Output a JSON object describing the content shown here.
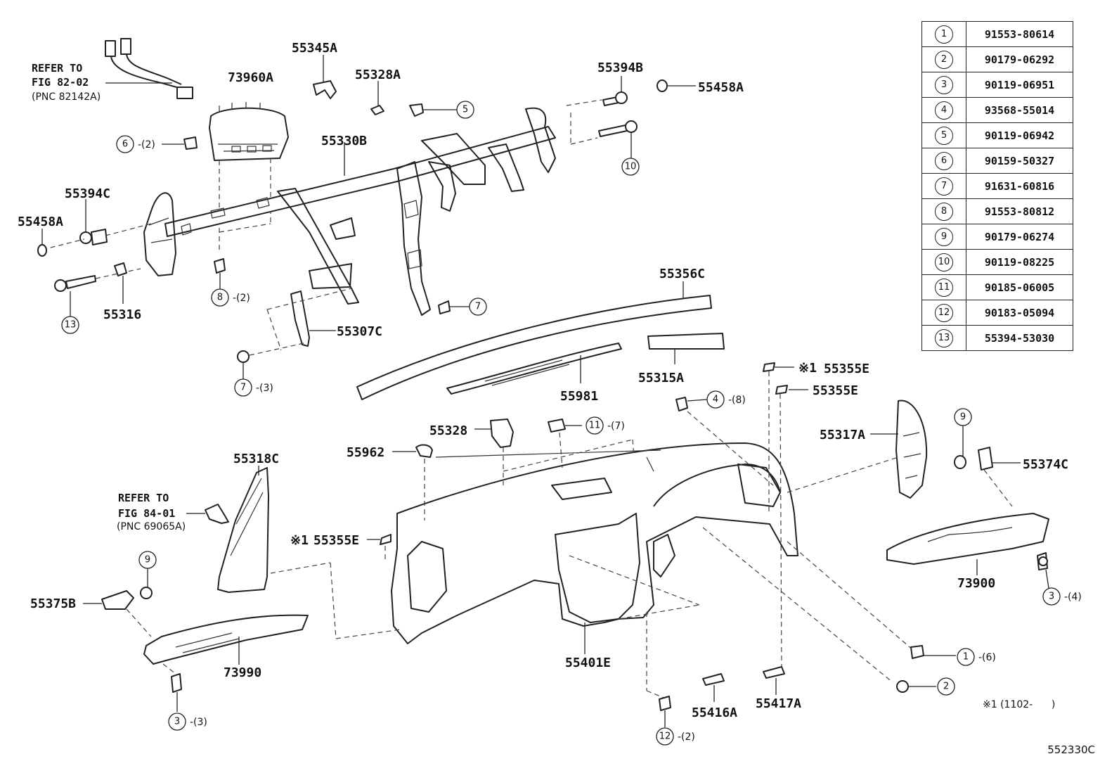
{
  "diagram_code": "552330C",
  "refs": [
    {
      "l1": "REFER TO",
      "l2": "FIG 82-02",
      "pnc": "(PNC 82142A)"
    },
    {
      "l1": "REFER TO",
      "l2": "FIG 84-01",
      "pnc": "(PNC 69065A)"
    }
  ],
  "labels": [
    "55345A",
    "73960A",
    "55328A",
    "55394B",
    "55458A",
    "55330B",
    "55394C",
    "55458A",
    "55316",
    "55307C",
    "55356C",
    "55315A",
    "55981",
    "55355E",
    "55355E",
    "55317A",
    "55374C",
    "55328",
    "55962",
    "55318C",
    "55355E",
    "55375B",
    "73990",
    "73900",
    "55401E",
    "55416A",
    "55417A"
  ],
  "mark": "※1",
  "callouts": [
    {
      "num": "6",
      "qty": "-(2)"
    },
    {
      "num": "5",
      "qty": ""
    },
    {
      "num": "10",
      "qty": ""
    },
    {
      "num": "13",
      "qty": ""
    },
    {
      "num": "8",
      "qty": "-(2)"
    },
    {
      "num": "7",
      "qty": ""
    },
    {
      "num": "7",
      "qty": "-(3)"
    },
    {
      "num": "4",
      "qty": "-(8)"
    },
    {
      "num": "11",
      "qty": "-(7)"
    },
    {
      "num": "9",
      "qty": ""
    },
    {
      "num": "9",
      "qty": ""
    },
    {
      "num": "3",
      "qty": "-(4)"
    },
    {
      "num": "1",
      "qty": "-(6)"
    },
    {
      "num": "2",
      "qty": ""
    },
    {
      "num": "3",
      "qty": "-(3)"
    },
    {
      "num": "12",
      "qty": "-(2)"
    }
  ],
  "legend": [
    {
      "num": "1",
      "part": "91553-80614"
    },
    {
      "num": "2",
      "part": "90179-06292"
    },
    {
      "num": "3",
      "part": "90119-06951"
    },
    {
      "num": "4",
      "part": "93568-55014"
    },
    {
      "num": "5",
      "part": "90119-06942"
    },
    {
      "num": "6",
      "part": "90159-50327"
    },
    {
      "num": "7",
      "part": "91631-60816"
    },
    {
      "num": "8",
      "part": "91553-80812"
    },
    {
      "num": "9",
      "part": "90179-06274"
    },
    {
      "num": "10",
      "part": "90119-08225"
    },
    {
      "num": "11",
      "part": "90185-06005"
    },
    {
      "num": "12",
      "part": "90183-05094"
    },
    {
      "num": "13",
      "part": "55394-53030"
    }
  ],
  "footnote": "※1 (1102-      )"
}
